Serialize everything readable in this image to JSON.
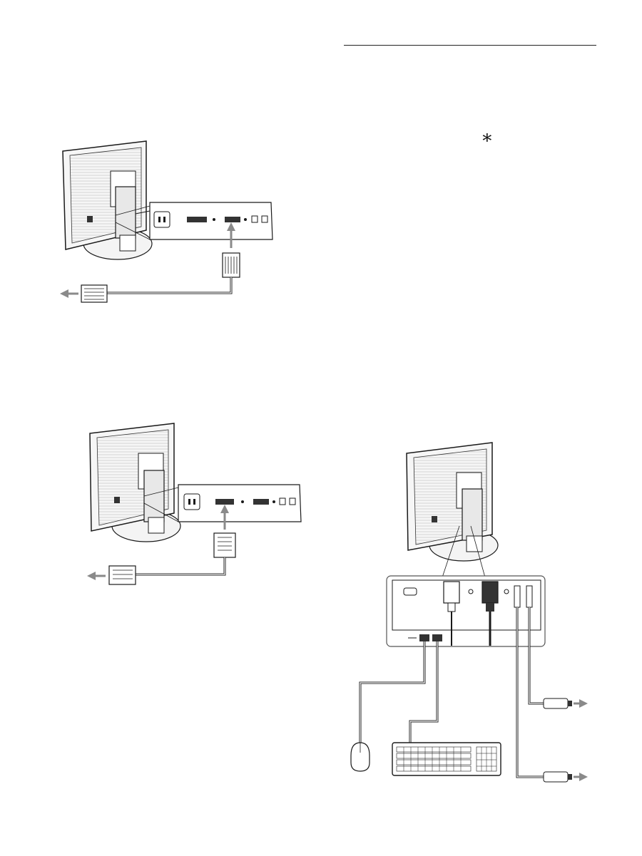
{
  "page": {
    "title": ""
  },
  "marks": {
    "asterisk": "∗"
  },
  "colors": {
    "line": "#1a1a1a",
    "arrow": "#8a8a8a",
    "panel_fill": "#ffffff",
    "port_fill": "#2a2a2a",
    "screen_fill": "#f2f2f2",
    "case_fill": "#ececec"
  },
  "figures": [
    {
      "name": "hd15-connection-figure",
      "connector": "hd15",
      "label": ""
    },
    {
      "name": "dvi-connection-figure",
      "connector": "dvi",
      "label": ""
    },
    {
      "name": "usb-audio-connection-figure",
      "connector": "usb-audio",
      "label": ""
    }
  ]
}
